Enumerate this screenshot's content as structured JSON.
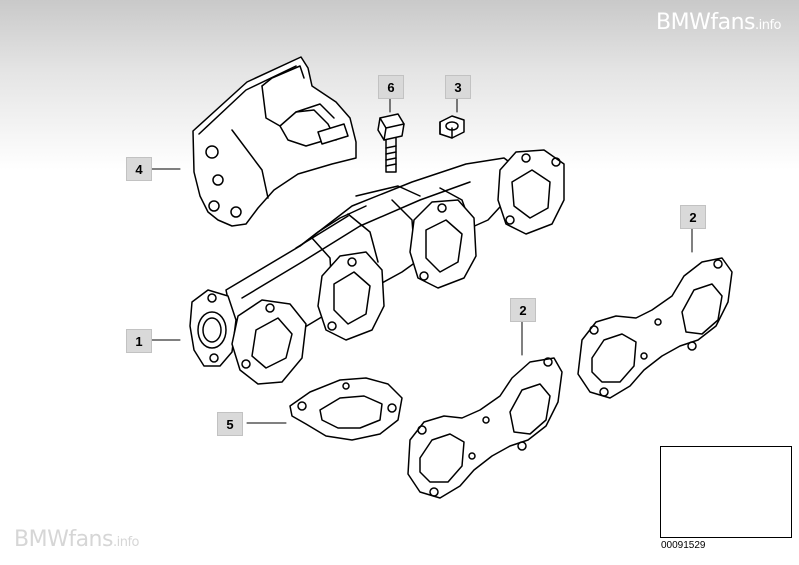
{
  "watermark": {
    "top_brand": "BMWfans",
    "top_suffix": ".info",
    "bottom_brand": "BMWfans",
    "bottom_suffix": ".info"
  },
  "callouts": [
    {
      "id": "1",
      "label": "1"
    },
    {
      "id": "2a",
      "label": "2"
    },
    {
      "id": "2b",
      "label": "2"
    },
    {
      "id": "3",
      "label": "3"
    },
    {
      "id": "4",
      "label": "4"
    },
    {
      "id": "5",
      "label": "5"
    },
    {
      "id": "6",
      "label": "6"
    }
  ],
  "diagram_number": "00091529",
  "colors": {
    "callout_bg": "#d9d9d9",
    "line": "#000000",
    "header_gradient_top": "#c9c9c9"
  }
}
